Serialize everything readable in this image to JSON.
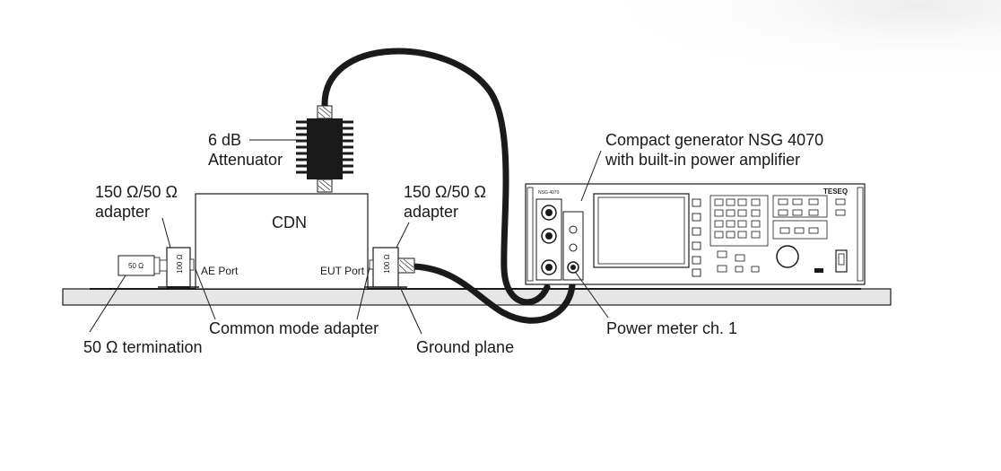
{
  "labels": {
    "attenuator_line1": "6 dB",
    "attenuator_line2": "Attenuator",
    "adapter_left_line1": "150 Ω/50 Ω",
    "adapter_left_line2": "adapter",
    "adapter_right_line1": "150 Ω/50 Ω",
    "adapter_right_line2": "adapter",
    "cdn": "CDN",
    "ae_port": "AE Port",
    "eut_port": "EUT Port",
    "termination_box": "50 Ω",
    "adapter_left_value": "100 Ω",
    "adapter_right_value": "100 Ω",
    "common_mode_adapter": "Common mode adapter",
    "termination": "50 Ω termination",
    "ground_plane": "Ground plane",
    "generator_line1": "Compact generator NSG 4070",
    "generator_line2": "with built-in power amplifier",
    "power_meter": "Power meter ch. 1"
  },
  "device": {
    "model": "NSG 4070",
    "brand": "TESEQ"
  },
  "colors": {
    "stroke": "#1a1a1a",
    "ground_plane_fill": "#e6e6e6",
    "background": "#ffffff"
  }
}
